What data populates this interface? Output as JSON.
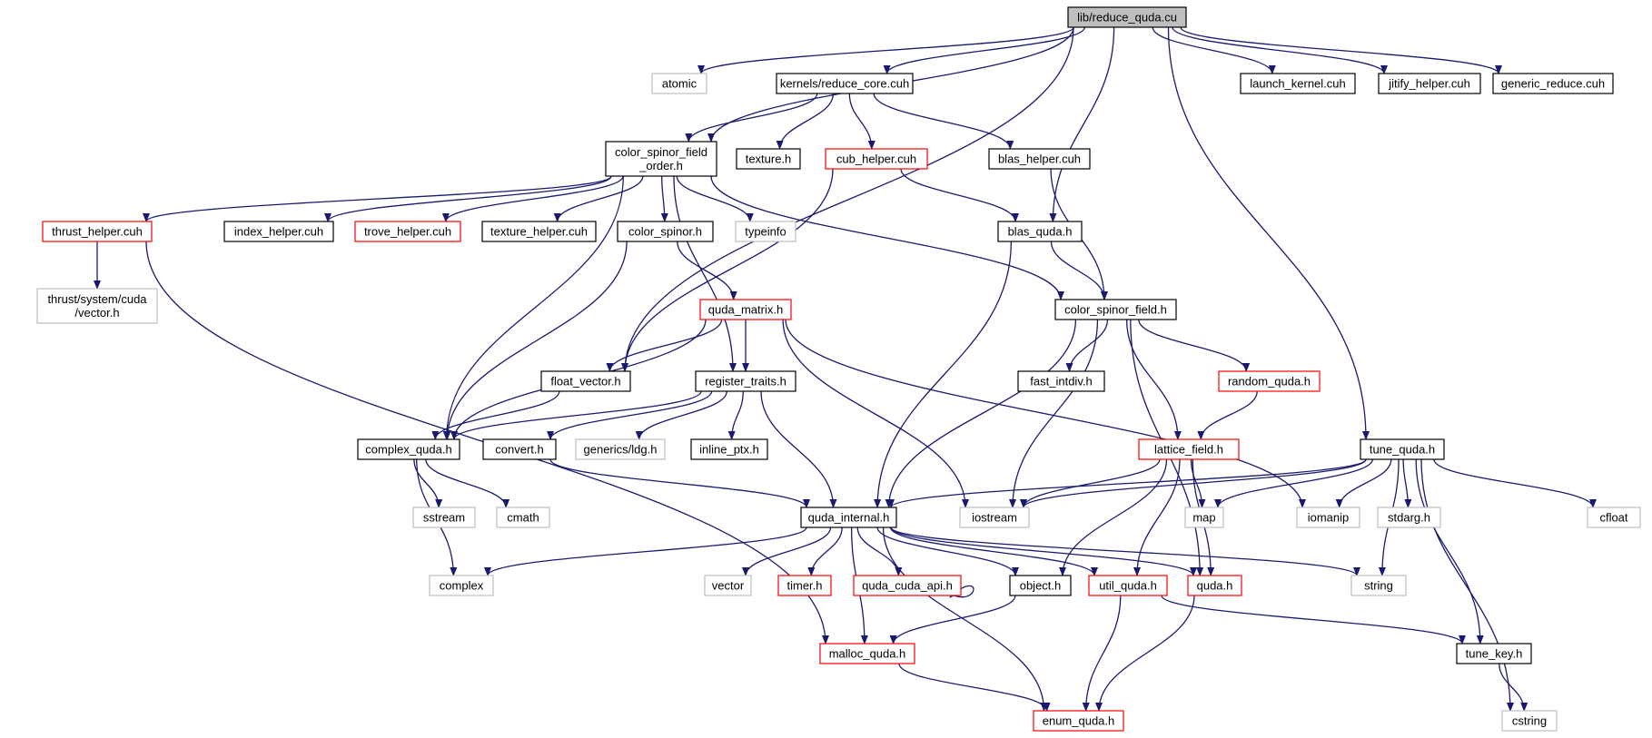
{
  "diagram": {
    "colors": {
      "edge": "#191970",
      "box_normal": "#000000",
      "box_external": "#bfbfbf",
      "box_truncated": "#ff0000",
      "root_fill": "#bfbfbf",
      "external_text": "#808080"
    },
    "nodes": [
      {
        "id": "reduce_quda_cu",
        "lines": [
          "lib/reduce_quda.cu"
        ],
        "kind": "root"
      },
      {
        "id": "atomic",
        "lines": [
          "atomic"
        ],
        "kind": "external"
      },
      {
        "id": "reduce_core",
        "lines": [
          "kernels/reduce_core.cuh"
        ],
        "kind": "normal"
      },
      {
        "id": "launch_kernel",
        "lines": [
          "launch_kernel.cuh"
        ],
        "kind": "normal"
      },
      {
        "id": "jitify_helper",
        "lines": [
          "jitify_helper.cuh"
        ],
        "kind": "normal"
      },
      {
        "id": "generic_reduce",
        "lines": [
          "generic_reduce.cuh"
        ],
        "kind": "normal"
      },
      {
        "id": "csfo",
        "lines": [
          "color_spinor_field",
          "_order.h"
        ],
        "kind": "normal"
      },
      {
        "id": "texture_h",
        "lines": [
          "texture.h"
        ],
        "kind": "normal"
      },
      {
        "id": "cub_helper",
        "lines": [
          "cub_helper.cuh"
        ],
        "kind": "truncated"
      },
      {
        "id": "blas_helper",
        "lines": [
          "blas_helper.cuh"
        ],
        "kind": "normal"
      },
      {
        "id": "thrust_helper",
        "lines": [
          "thrust_helper.cuh"
        ],
        "kind": "truncated"
      },
      {
        "id": "index_helper",
        "lines": [
          "index_helper.cuh"
        ],
        "kind": "normal"
      },
      {
        "id": "trove_helper",
        "lines": [
          "trove_helper.cuh"
        ],
        "kind": "truncated"
      },
      {
        "id": "texture_helper",
        "lines": [
          "texture_helper.cuh"
        ],
        "kind": "normal"
      },
      {
        "id": "color_spinor",
        "lines": [
          "color_spinor.h"
        ],
        "kind": "normal"
      },
      {
        "id": "typeinfo",
        "lines": [
          "typeinfo"
        ],
        "kind": "external"
      },
      {
        "id": "blas_quda",
        "lines": [
          "blas_quda.h"
        ],
        "kind": "normal"
      },
      {
        "id": "thrust_vector",
        "lines": [
          "thrust/system/cuda",
          "/vector.h"
        ],
        "kind": "external"
      },
      {
        "id": "quda_matrix",
        "lines": [
          "quda_matrix.h"
        ],
        "kind": "truncated"
      },
      {
        "id": "csf",
        "lines": [
          "color_spinor_field.h"
        ],
        "kind": "normal"
      },
      {
        "id": "float_vector",
        "lines": [
          "float_vector.h"
        ],
        "kind": "normal"
      },
      {
        "id": "register_traits",
        "lines": [
          "register_traits.h"
        ],
        "kind": "normal"
      },
      {
        "id": "fast_intdiv",
        "lines": [
          "fast_intdiv.h"
        ],
        "kind": "normal"
      },
      {
        "id": "random_quda",
        "lines": [
          "random_quda.h"
        ],
        "kind": "truncated"
      },
      {
        "id": "complex_quda",
        "lines": [
          "complex_quda.h"
        ],
        "kind": "normal"
      },
      {
        "id": "convert_h",
        "lines": [
          "convert.h"
        ],
        "kind": "normal"
      },
      {
        "id": "ldg_h",
        "lines": [
          "generics/ldg.h"
        ],
        "kind": "external"
      },
      {
        "id": "inline_ptx",
        "lines": [
          "inline_ptx.h"
        ],
        "kind": "normal"
      },
      {
        "id": "lattice_field",
        "lines": [
          "lattice_field.h"
        ],
        "kind": "truncated"
      },
      {
        "id": "tune_quda",
        "lines": [
          "tune_quda.h"
        ],
        "kind": "normal"
      },
      {
        "id": "sstream",
        "lines": [
          "sstream"
        ],
        "kind": "external"
      },
      {
        "id": "cmath",
        "lines": [
          "cmath"
        ],
        "kind": "external"
      },
      {
        "id": "quda_internal",
        "lines": [
          "quda_internal.h"
        ],
        "kind": "normal"
      },
      {
        "id": "iostream",
        "lines": [
          "iostream"
        ],
        "kind": "external"
      },
      {
        "id": "map",
        "lines": [
          "map"
        ],
        "kind": "external"
      },
      {
        "id": "iomanip",
        "lines": [
          "iomanip"
        ],
        "kind": "external"
      },
      {
        "id": "stdarg",
        "lines": [
          "stdarg.h"
        ],
        "kind": "external"
      },
      {
        "id": "cfloat",
        "lines": [
          "cfloat"
        ],
        "kind": "external"
      },
      {
        "id": "complex",
        "lines": [
          "complex"
        ],
        "kind": "external"
      },
      {
        "id": "vector",
        "lines": [
          "vector"
        ],
        "kind": "external"
      },
      {
        "id": "timer_h",
        "lines": [
          "timer.h"
        ],
        "kind": "truncated"
      },
      {
        "id": "quda_cuda_api",
        "lines": [
          "quda_cuda_api.h"
        ],
        "kind": "truncated"
      },
      {
        "id": "object_h",
        "lines": [
          "object.h"
        ],
        "kind": "normal"
      },
      {
        "id": "util_quda",
        "lines": [
          "util_quda.h"
        ],
        "kind": "truncated"
      },
      {
        "id": "quda_h",
        "lines": [
          "quda.h"
        ],
        "kind": "truncated"
      },
      {
        "id": "string",
        "lines": [
          "string"
        ],
        "kind": "external"
      },
      {
        "id": "malloc_quda",
        "lines": [
          "malloc_quda.h"
        ],
        "kind": "truncated"
      },
      {
        "id": "tune_key",
        "lines": [
          "tune_key.h"
        ],
        "kind": "normal"
      },
      {
        "id": "enum_quda",
        "lines": [
          "enum_quda.h"
        ],
        "kind": "truncated"
      },
      {
        "id": "cstring",
        "lines": [
          "cstring"
        ],
        "kind": "external"
      }
    ],
    "edges": [
      [
        "reduce_quda_cu",
        "atomic"
      ],
      [
        "reduce_quda_cu",
        "reduce_core"
      ],
      [
        "reduce_quda_cu",
        "csfo"
      ],
      [
        "reduce_quda_cu",
        "float_vector"
      ],
      [
        "reduce_quda_cu",
        "blas_quda"
      ],
      [
        "reduce_quda_cu",
        "launch_kernel"
      ],
      [
        "reduce_quda_cu",
        "jitify_helper"
      ],
      [
        "reduce_quda_cu",
        "generic_reduce"
      ],
      [
        "reduce_quda_cu",
        "tune_quda"
      ],
      [
        "reduce_core",
        "csfo"
      ],
      [
        "reduce_core",
        "texture_h"
      ],
      [
        "reduce_core",
        "cub_helper"
      ],
      [
        "reduce_core",
        "blas_helper"
      ],
      [
        "csfo",
        "thrust_helper"
      ],
      [
        "csfo",
        "index_helper"
      ],
      [
        "csfo",
        "trove_helper"
      ],
      [
        "csfo",
        "texture_helper"
      ],
      [
        "csfo",
        "color_spinor"
      ],
      [
        "csfo",
        "typeinfo"
      ],
      [
        "csfo",
        "complex_quda"
      ],
      [
        "csfo",
        "csf"
      ],
      [
        "csfo",
        "register_traits"
      ],
      [
        "cub_helper",
        "blas_quda"
      ],
      [
        "cub_helper",
        "float_vector"
      ],
      [
        "blas_helper",
        "csf"
      ],
      [
        "thrust_helper",
        "thrust_vector"
      ],
      [
        "thrust_helper",
        "malloc_quda"
      ],
      [
        "color_spinor",
        "quda_matrix"
      ],
      [
        "color_spinor",
        "complex_quda"
      ],
      [
        "blas_quda",
        "csf"
      ],
      [
        "blas_quda",
        "quda_internal"
      ],
      [
        "quda_matrix",
        "float_vector"
      ],
      [
        "quda_matrix",
        "register_traits"
      ],
      [
        "quda_matrix",
        "complex_quda"
      ],
      [
        "quda_matrix",
        "iostream"
      ],
      [
        "quda_matrix",
        "iomanip"
      ],
      [
        "csf",
        "quda_internal"
      ],
      [
        "csf",
        "fast_intdiv"
      ],
      [
        "csf",
        "random_quda"
      ],
      [
        "csf",
        "lattice_field"
      ],
      [
        "csf",
        "iostream"
      ],
      [
        "csf",
        "quda_h"
      ],
      [
        "float_vector",
        "complex_quda"
      ],
      [
        "register_traits",
        "complex_quda"
      ],
      [
        "register_traits",
        "convert_h"
      ],
      [
        "register_traits",
        "ldg_h"
      ],
      [
        "register_traits",
        "inline_ptx"
      ],
      [
        "register_traits",
        "quda_internal"
      ],
      [
        "random_quda",
        "lattice_field"
      ],
      [
        "complex_quda",
        "sstream"
      ],
      [
        "complex_quda",
        "cmath"
      ],
      [
        "complex_quda",
        "complex"
      ],
      [
        "convert_h",
        "quda_internal"
      ],
      [
        "lattice_field",
        "iostream"
      ],
      [
        "lattice_field",
        "map"
      ],
      [
        "lattice_field",
        "object_h"
      ],
      [
        "lattice_field",
        "util_quda"
      ],
      [
        "lattice_field",
        "quda_h"
      ],
      [
        "tune_quda",
        "quda_internal"
      ],
      [
        "tune_quda",
        "iostream"
      ],
      [
        "tune_quda",
        "map"
      ],
      [
        "tune_quda",
        "iomanip"
      ],
      [
        "tune_quda",
        "stdarg"
      ],
      [
        "tune_quda",
        "cfloat"
      ],
      [
        "tune_quda",
        "string"
      ],
      [
        "tune_quda",
        "tune_key"
      ],
      [
        "tune_quda",
        "cstring"
      ],
      [
        "quda_internal",
        "complex"
      ],
      [
        "quda_internal",
        "vector"
      ],
      [
        "quda_internal",
        "timer_h"
      ],
      [
        "quda_internal",
        "quda_cuda_api"
      ],
      [
        "quda_internal",
        "object_h"
      ],
      [
        "quda_internal",
        "util_quda"
      ],
      [
        "quda_internal",
        "quda_h"
      ],
      [
        "quda_internal",
        "string"
      ],
      [
        "quda_internal",
        "malloc_quda"
      ],
      [
        "quda_internal",
        "enum_quda"
      ],
      [
        "quda_cuda_api",
        "quda_cuda_api"
      ],
      [
        "object_h",
        "malloc_quda"
      ],
      [
        "util_quda",
        "tune_key"
      ],
      [
        "util_quda",
        "enum_quda"
      ],
      [
        "quda_h",
        "enum_quda"
      ],
      [
        "malloc_quda",
        "enum_quda"
      ],
      [
        "tune_key",
        "cstring"
      ]
    ]
  }
}
